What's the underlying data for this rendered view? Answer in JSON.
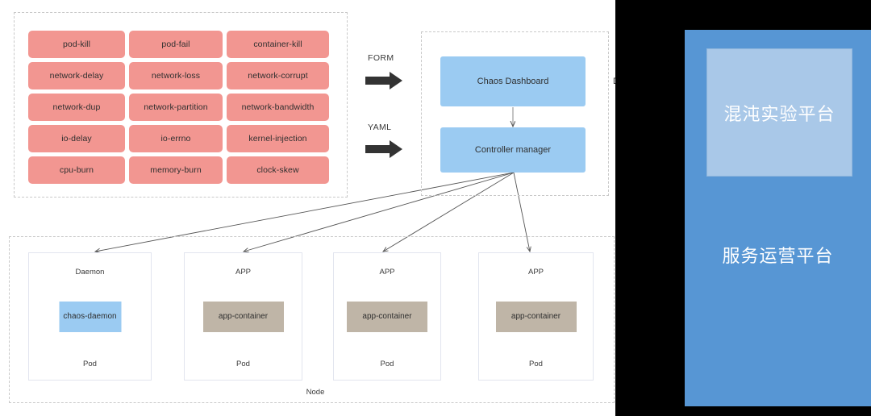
{
  "diagram": {
    "chaos_types_group": {
      "tiles": [
        "pod-kill",
        "pod-fail",
        "container-kill",
        "network-delay",
        "network-loss",
        "network-corrupt",
        "network-dup",
        "network-partition",
        "network-bandwidth",
        "io-delay",
        "io-errno",
        "kernel-injection",
        "cpu-burn",
        "memory-burn",
        "clock-skew"
      ],
      "tile_color": "#F29691"
    },
    "inputs": [
      {
        "label": "FORM",
        "icon": "right-arrow-icon"
      },
      {
        "label": "YAML",
        "icon": "right-arrow-icon"
      }
    ],
    "control_plane": {
      "dashboard": "Chaos Dashboard",
      "controller": "Controller manager",
      "box_color": "#9BCBF2",
      "side_label_truncated": "Da"
    },
    "node_group": {
      "node_label": "Node",
      "pods": [
        {
          "title": "Daemon",
          "container": "chaos-daemon",
          "foot": "Pod",
          "container_color": "#9BCBF2"
        },
        {
          "title": "APP",
          "container": "app-container",
          "foot": "Pod",
          "container_color": "#BFB5A7"
        },
        {
          "title": "APP",
          "container": "app-container",
          "foot": "Pod",
          "container_color": "#BFB5A7"
        },
        {
          "title": "APP",
          "container": "app-container",
          "foot": "Pod",
          "container_color": "#BFB5A7"
        }
      ]
    },
    "right_panel": {
      "inner_title": "混沌实验平台",
      "outer_title": "服务运营平台",
      "panel_color": "#5796D4",
      "inner_color": "#A9C8E8"
    }
  }
}
